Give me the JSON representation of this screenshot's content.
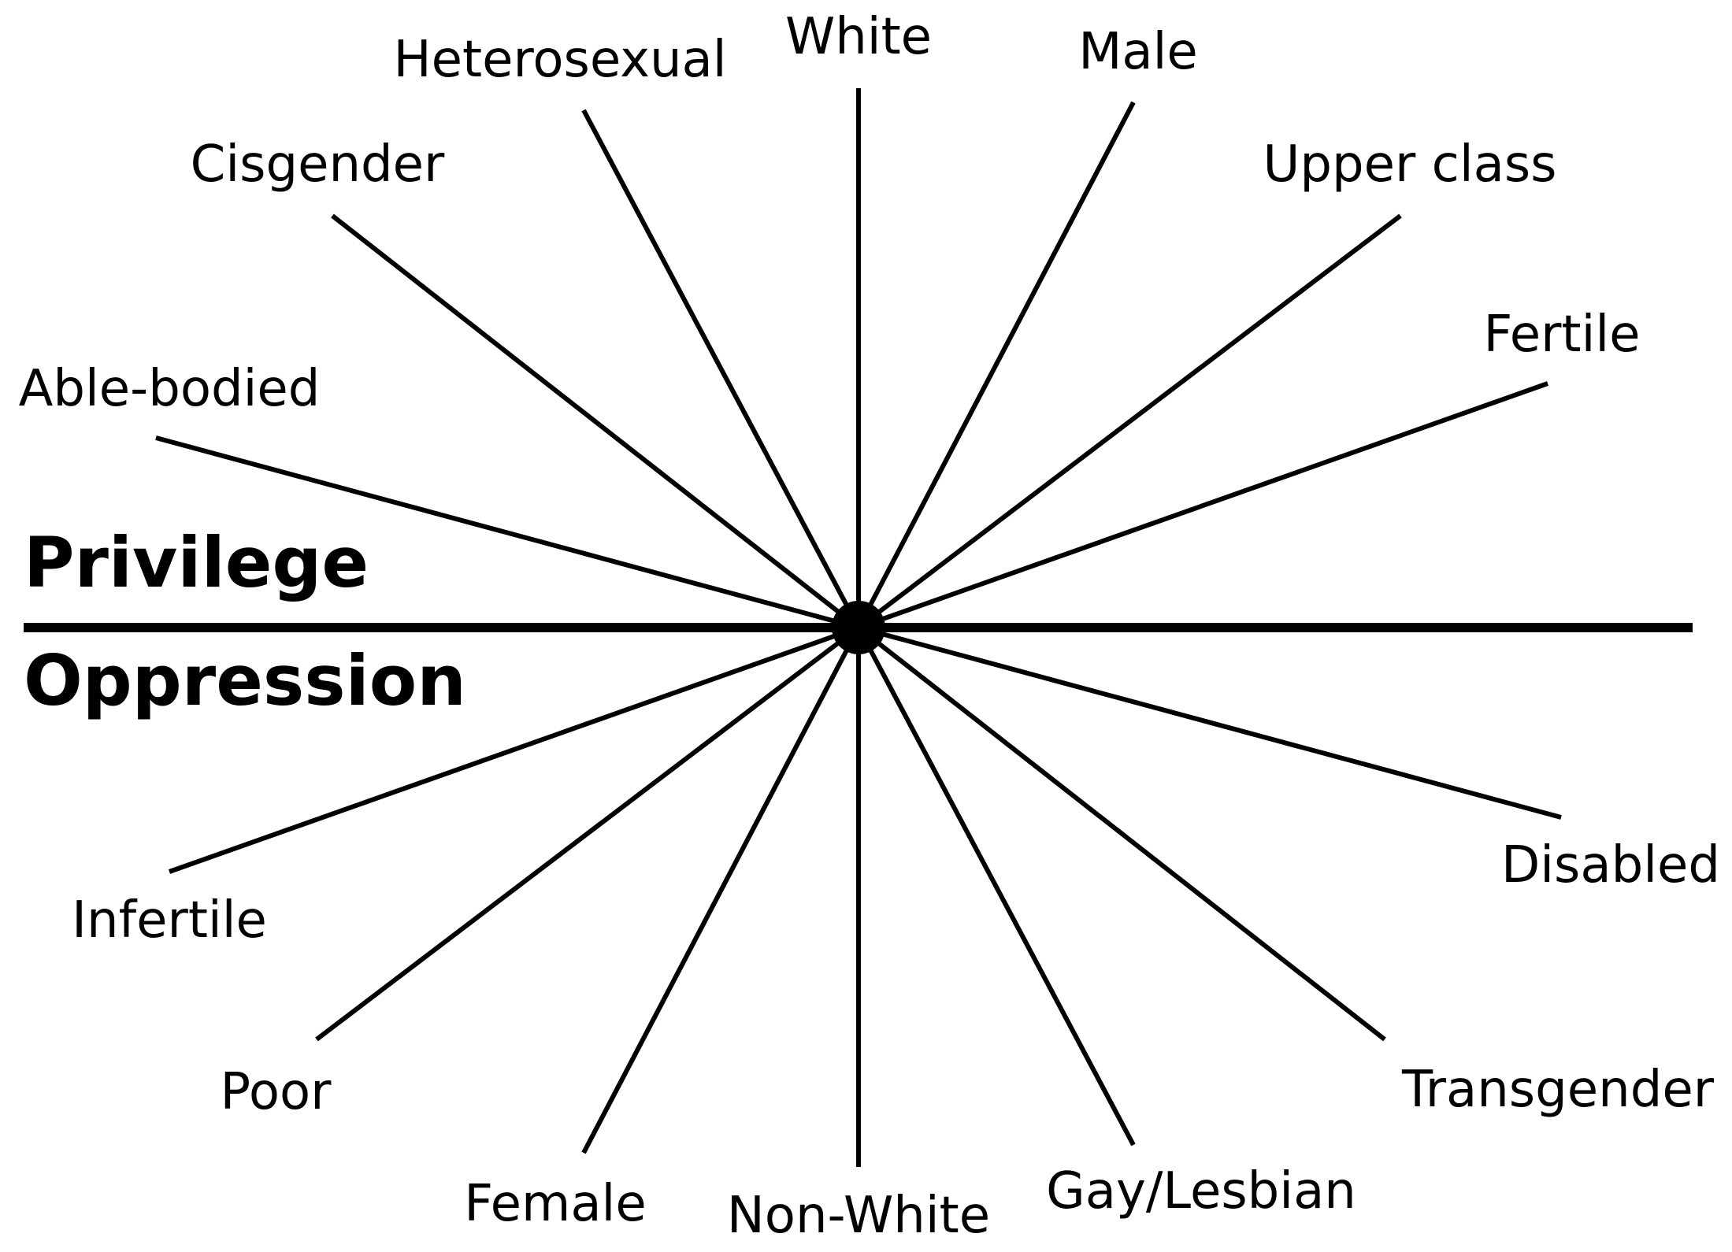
{
  "diagram": {
    "upper_label": "Privilege",
    "lower_label": "Oppression",
    "pairs": [
      {
        "privileged": "White",
        "oppressed": "Non-White"
      },
      {
        "privileged": "Male",
        "oppressed": "Female"
      },
      {
        "privileged": "Upper class",
        "oppressed": "Poor"
      },
      {
        "privileged": "Fertile",
        "oppressed": "Infertile"
      },
      {
        "privileged": "Able-bodied",
        "oppressed": "Disabled"
      },
      {
        "privileged": "Cisgender",
        "oppressed": "Transgender"
      },
      {
        "privileged": "Heterosexual",
        "oppressed": "Gay/Lesbian"
      }
    ]
  }
}
